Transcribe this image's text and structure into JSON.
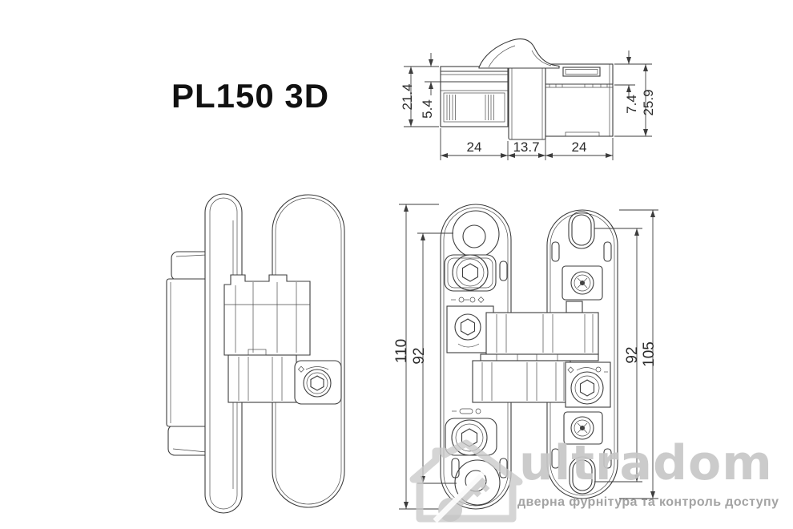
{
  "title": "PL150 3D",
  "views": {
    "top": {
      "dims": {
        "left_outer": "21.4",
        "left_inner": "5.4",
        "right_inner": "7.4",
        "right_outer": "25.9",
        "bottom_left": "24",
        "bottom_center": "13.7",
        "bottom_right": "24"
      }
    },
    "front": {
      "dims": {
        "left_outer": "110",
        "left_inner": "92",
        "right_inner": "92",
        "right_outer": "105"
      }
    }
  },
  "watermark": {
    "brand": "ultradom",
    "tagline": "дверна фурнітура та контроль доступу"
  },
  "colors": {
    "drawing_line": "#3d3d3d",
    "title_text": "#111111",
    "watermark_brand": "#c7c7c7",
    "watermark_tagline": "#9f9f9f"
  }
}
